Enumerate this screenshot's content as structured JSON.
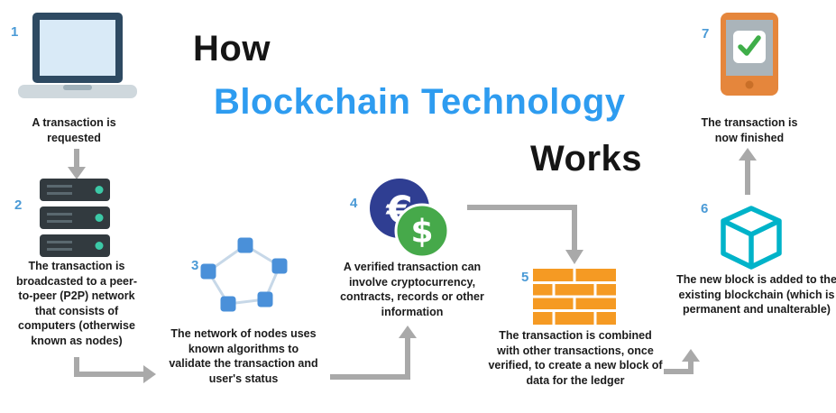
{
  "title": {
    "line1": "How",
    "line2": "Blockchain Technology",
    "line3": "Works"
  },
  "steps": [
    {
      "number": "1",
      "icon": "laptop-icon",
      "text": "A transaction is requested"
    },
    {
      "number": "2",
      "icon": "server-icon",
      "text": "The transaction is broadcasted to a peer-to-peer (P2P) network that consists of computers (otherwise known as nodes)"
    },
    {
      "number": "3",
      "icon": "network-nodes-icon",
      "text": "The network of nodes uses known algorithms to validate the transaction and user's status"
    },
    {
      "number": "4",
      "icon": "currency-coins-icon",
      "euro_symbol": "€",
      "dollar_symbol": "$",
      "text": "A verified transaction can involve cryptocurrency, contracts, records or other information"
    },
    {
      "number": "5",
      "icon": "block-brick-icon",
      "text": "The transaction is combined with other transactions, once verified, to create a new block of data for the ledger"
    },
    {
      "number": "6",
      "icon": "cube-blockchain-icon",
      "text": "The new block is added to the existing blockchain (which is permanent and unalterable)"
    },
    {
      "number": "7",
      "icon": "tablet-check-icon",
      "text": "The transaction is now finished"
    }
  ],
  "colors": {
    "title_blue": "#2e9cf0",
    "step_number_blue": "#4a9ad6",
    "arrow_gray": "#a9a9a9",
    "node_blue": "#4a90d9",
    "euro_coin_navy": "#2f3e92",
    "dollar_coin_green": "#46a94a",
    "brick_orange": "#f59a23",
    "cube_teal": "#00b3c9",
    "tablet_orange": "#e5863c",
    "check_green": "#3fae49",
    "server_dark": "#323a3f",
    "text_black": "#1b1b1b"
  }
}
